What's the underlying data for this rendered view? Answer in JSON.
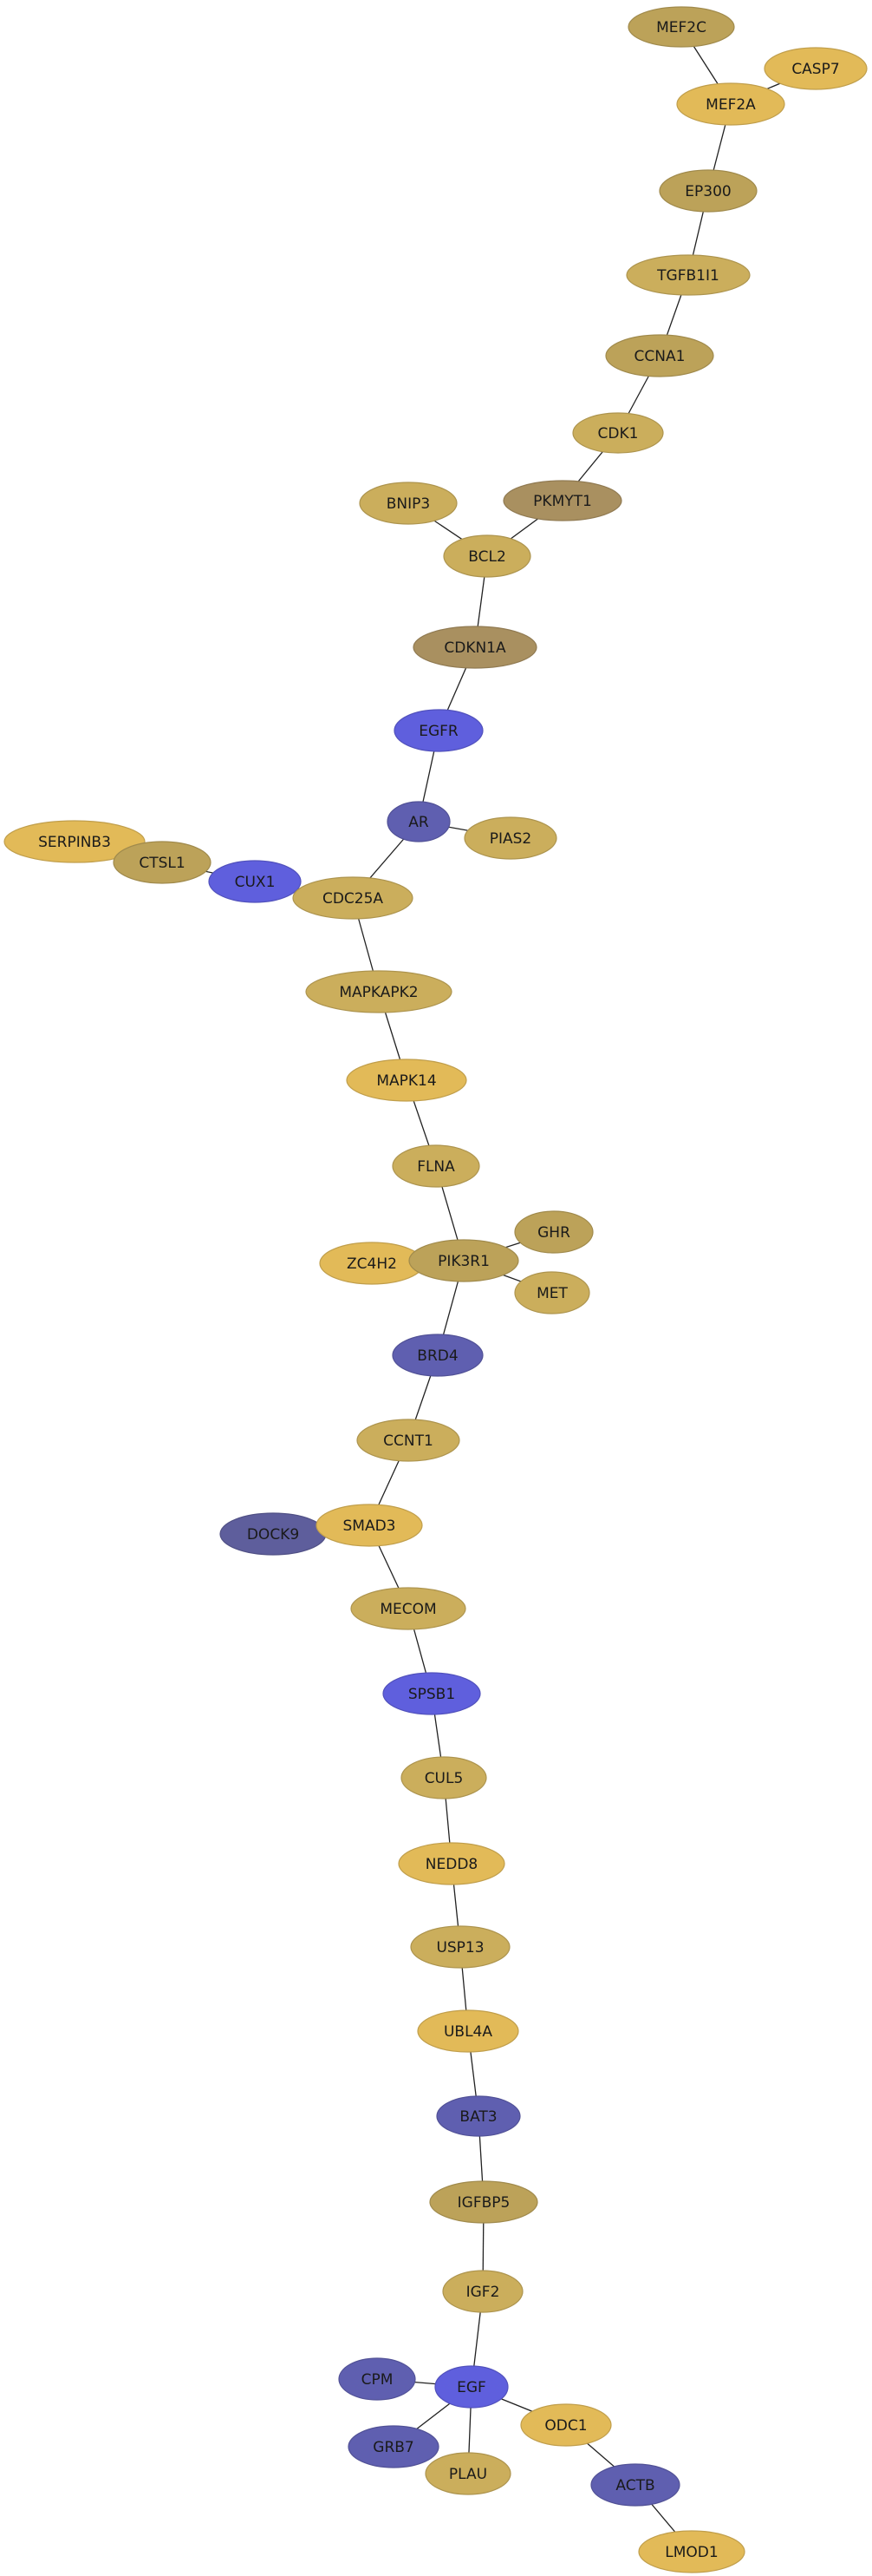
{
  "colors": {
    "gold": "#E2BA58",
    "tan": "#CBAE5C",
    "khaki": "#BCA259",
    "olive": "#A99060",
    "blue": "#5F5FDD",
    "slate": "#5F5FB0",
    "navy": "#5E5E9C"
  },
  "nodes": [
    {
      "id": "MEF2C",
      "label": "MEF2C",
      "color": "khaki"
    },
    {
      "id": "CASP7",
      "label": "CASP7",
      "color": "gold"
    },
    {
      "id": "MEF2A",
      "label": "MEF2A",
      "color": "gold"
    },
    {
      "id": "EP300",
      "label": "EP300",
      "color": "khaki"
    },
    {
      "id": "TGFB1I1",
      "label": "TGFB1I1",
      "color": "tan"
    },
    {
      "id": "CCNA1",
      "label": "CCNA1",
      "color": "khaki"
    },
    {
      "id": "CDK1",
      "label": "CDK1",
      "color": "tan"
    },
    {
      "id": "PKMYT1",
      "label": "PKMYT1",
      "color": "olive"
    },
    {
      "id": "BNIP3",
      "label": "BNIP3",
      "color": "tan"
    },
    {
      "id": "BCL2",
      "label": "BCL2",
      "color": "tan"
    },
    {
      "id": "CDKN1A",
      "label": "CDKN1A",
      "color": "olive"
    },
    {
      "id": "EGFR",
      "label": "EGFR",
      "color": "blue"
    },
    {
      "id": "AR",
      "label": "AR",
      "color": "slate"
    },
    {
      "id": "PIAS2",
      "label": "PIAS2",
      "color": "tan"
    },
    {
      "id": "SERPINB3",
      "label": "SERPINB3",
      "color": "gold"
    },
    {
      "id": "CTSL1",
      "label": "CTSL1",
      "color": "khaki"
    },
    {
      "id": "CUX1",
      "label": "CUX1",
      "color": "blue"
    },
    {
      "id": "CDC25A",
      "label": "CDC25A",
      "color": "tan"
    },
    {
      "id": "MAPKAPK2",
      "label": "MAPKAPK2",
      "color": "tan"
    },
    {
      "id": "MAPK14",
      "label": "MAPK14",
      "color": "gold"
    },
    {
      "id": "FLNA",
      "label": "FLNA",
      "color": "tan"
    },
    {
      "id": "GHR",
      "label": "GHR",
      "color": "khaki"
    },
    {
      "id": "ZC4H2",
      "label": "ZC4H2",
      "color": "gold"
    },
    {
      "id": "PIK3R1",
      "label": "PIK3R1",
      "color": "khaki"
    },
    {
      "id": "MET",
      "label": "MET",
      "color": "tan"
    },
    {
      "id": "BRD4",
      "label": "BRD4",
      "color": "slate"
    },
    {
      "id": "CCNT1",
      "label": "CCNT1",
      "color": "tan"
    },
    {
      "id": "DOCK9",
      "label": "DOCK9",
      "color": "navy"
    },
    {
      "id": "SMAD3",
      "label": "SMAD3",
      "color": "gold"
    },
    {
      "id": "MECOM",
      "label": "MECOM",
      "color": "tan"
    },
    {
      "id": "SPSB1",
      "label": "SPSB1",
      "color": "blue"
    },
    {
      "id": "CUL5",
      "label": "CUL5",
      "color": "tan"
    },
    {
      "id": "NEDD8",
      "label": "NEDD8",
      "color": "gold"
    },
    {
      "id": "USP13",
      "label": "USP13",
      "color": "tan"
    },
    {
      "id": "UBL4A",
      "label": "UBL4A",
      "color": "gold"
    },
    {
      "id": "BAT3",
      "label": "BAT3",
      "color": "slate"
    },
    {
      "id": "IGFBP5",
      "label": "IGFBP5",
      "color": "khaki"
    },
    {
      "id": "IGF2",
      "label": "IGF2",
      "color": "tan"
    },
    {
      "id": "CPM",
      "label": "CPM",
      "color": "slate"
    },
    {
      "id": "EGF",
      "label": "EGF",
      "color": "blue"
    },
    {
      "id": "ODC1",
      "label": "ODC1",
      "color": "gold"
    },
    {
      "id": "GRB7",
      "label": "GRB7",
      "color": "slate"
    },
    {
      "id": "PLAU",
      "label": "PLAU",
      "color": "tan"
    },
    {
      "id": "ACTB",
      "label": "ACTB",
      "color": "slate"
    },
    {
      "id": "LMOD1",
      "label": "LMOD1",
      "color": "gold"
    }
  ],
  "edges": [
    [
      "MEF2C",
      "MEF2A"
    ],
    [
      "CASP7",
      "MEF2A"
    ],
    [
      "MEF2A",
      "EP300"
    ],
    [
      "EP300",
      "TGFB1I1"
    ],
    [
      "TGFB1I1",
      "CCNA1"
    ],
    [
      "CCNA1",
      "CDK1"
    ],
    [
      "CDK1",
      "PKMYT1"
    ],
    [
      "PKMYT1",
      "BCL2"
    ],
    [
      "BNIP3",
      "BCL2"
    ],
    [
      "BCL2",
      "CDKN1A"
    ],
    [
      "CDKN1A",
      "EGFR"
    ],
    [
      "EGFR",
      "AR"
    ],
    [
      "AR",
      "PIAS2"
    ],
    [
      "AR",
      "CDC25A"
    ],
    [
      "SERPINB3",
      "CTSL1"
    ],
    [
      "CTSL1",
      "CUX1"
    ],
    [
      "CUX1",
      "CDC25A"
    ],
    [
      "CDC25A",
      "MAPKAPK2"
    ],
    [
      "MAPKAPK2",
      "MAPK14"
    ],
    [
      "MAPK14",
      "FLNA"
    ],
    [
      "FLNA",
      "PIK3R1"
    ],
    [
      "GHR",
      "PIK3R1"
    ],
    [
      "ZC4H2",
      "PIK3R1"
    ],
    [
      "PIK3R1",
      "MET"
    ],
    [
      "PIK3R1",
      "BRD4"
    ],
    [
      "BRD4",
      "CCNT1"
    ],
    [
      "CCNT1",
      "SMAD3"
    ],
    [
      "DOCK9",
      "SMAD3"
    ],
    [
      "SMAD3",
      "MECOM"
    ],
    [
      "MECOM",
      "SPSB1"
    ],
    [
      "SPSB1",
      "CUL5"
    ],
    [
      "CUL5",
      "NEDD8"
    ],
    [
      "NEDD8",
      "USP13"
    ],
    [
      "USP13",
      "UBL4A"
    ],
    [
      "UBL4A",
      "BAT3"
    ],
    [
      "BAT3",
      "IGFBP5"
    ],
    [
      "IGFBP5",
      "IGF2"
    ],
    [
      "IGF2",
      "EGF"
    ],
    [
      "CPM",
      "EGF"
    ],
    [
      "EGF",
      "ODC1"
    ],
    [
      "EGF",
      "GRB7"
    ],
    [
      "EGF",
      "PLAU"
    ],
    [
      "ODC1",
      "ACTB"
    ],
    [
      "ACTB",
      "LMOD1"
    ]
  ]
}
